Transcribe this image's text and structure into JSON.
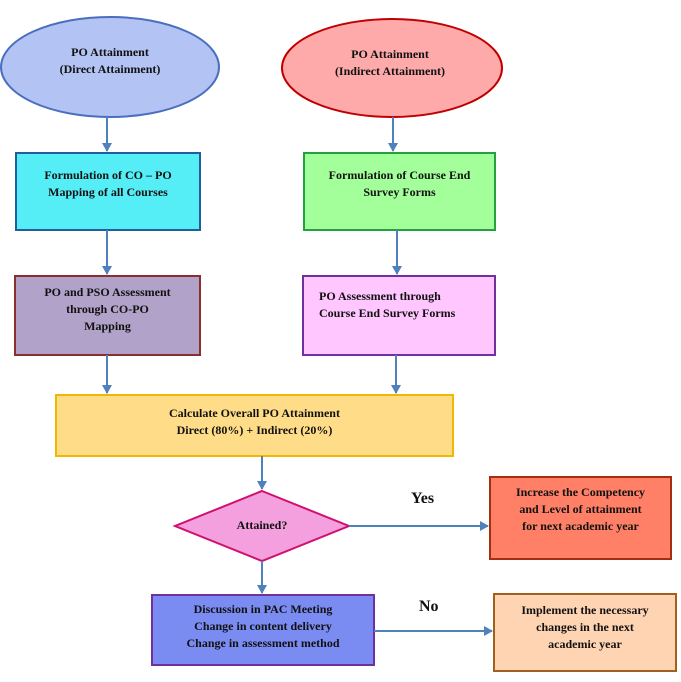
{
  "nodes": {
    "po_direct": {
      "lines": [
        "PO Attainment",
        "(Direct Attainment)"
      ],
      "fill": "#b3c3f3",
      "stroke": "#4a6fbf"
    },
    "po_indirect": {
      "lines": [
        "PO Attainment",
        "(Indirect Attainment)"
      ],
      "fill": "#ffaaaa",
      "stroke": "#c00000"
    },
    "co_po_mapping": {
      "lines": [
        "Formulation of CO – PO",
        "Mapping of all Courses"
      ],
      "fill": "#55eef7",
      "stroke": "#1f5fa0"
    },
    "course_end_survey": {
      "lines": [
        "Formulation of Course End",
        "Survey Forms"
      ],
      "fill": "#a3ff99",
      "stroke": "#23a040"
    },
    "pso_assessment": {
      "lines": [
        "PO and PSO Assessment",
        "through  CO-PO",
        "Mapping"
      ],
      "fill": "#b0a2c9",
      "stroke": "#8b2e2e"
    },
    "po_survey_assessment": {
      "lines": [
        "PO Assessment  through",
        "Course End Survey Forms"
      ],
      "fill": "#ffc6ff",
      "stroke": "#7030a0"
    },
    "calculate": {
      "lines": [
        "Calculate Overall PO Attainment",
        "Direct (80%) + Indirect (20%)"
      ],
      "fill": "#ffdd88",
      "stroke": "#f0b800"
    },
    "attained": {
      "label": "Attained?",
      "fill": "#f4a0de",
      "stroke": "#d01070"
    },
    "increase": {
      "lines": [
        "Increase  the  Competency",
        "and   Level  of  attainment",
        "for next academic year"
      ],
      "fill": "#ff8066",
      "stroke": "#a03010"
    },
    "discussion": {
      "lines": [
        "Discussion in PAC Meeting",
        "Change in content delivery",
        "Change in assessment method"
      ],
      "fill": "#7a8cf2",
      "stroke": "#7030a0"
    },
    "implement": {
      "lines": [
        "Implement the necessary",
        "changes in the next",
        "academic year"
      ],
      "fill": "#ffd4b3",
      "stroke": "#a06020"
    }
  },
  "edges": {
    "yes_label": "Yes",
    "no_label": "No"
  },
  "colors": {
    "arrow": "#4f81bd"
  }
}
